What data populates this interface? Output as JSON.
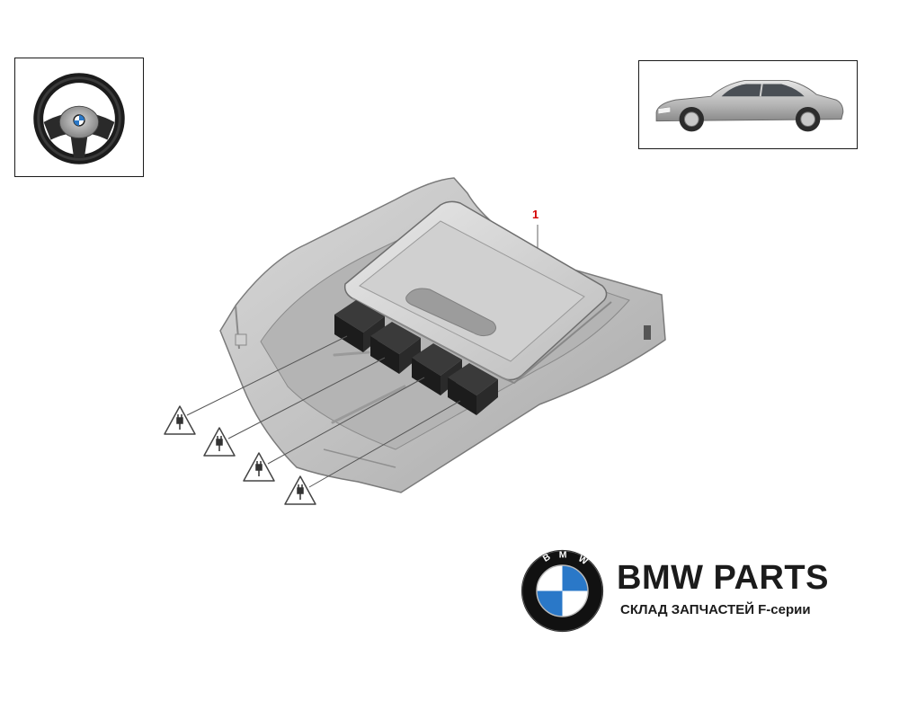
{
  "diagram": {
    "part_callout": "1",
    "connector_warning_icons": [
      "plug-warning",
      "plug-warning",
      "plug-warning",
      "plug-warning"
    ]
  },
  "thumbnails": {
    "left": {
      "icon": "steering-wheel"
    },
    "right": {
      "icon": "sedan-car"
    }
  },
  "brand": {
    "title": "BMW PARTS",
    "subtitle": "СКЛАД ЗАПЧАСТЕЙ F-серии",
    "logo_letters": "BMW",
    "colors": {
      "blue": "#2a78c8",
      "ring": "#111111",
      "text": "#1b1b1b",
      "callout": "#d40000"
    }
  }
}
